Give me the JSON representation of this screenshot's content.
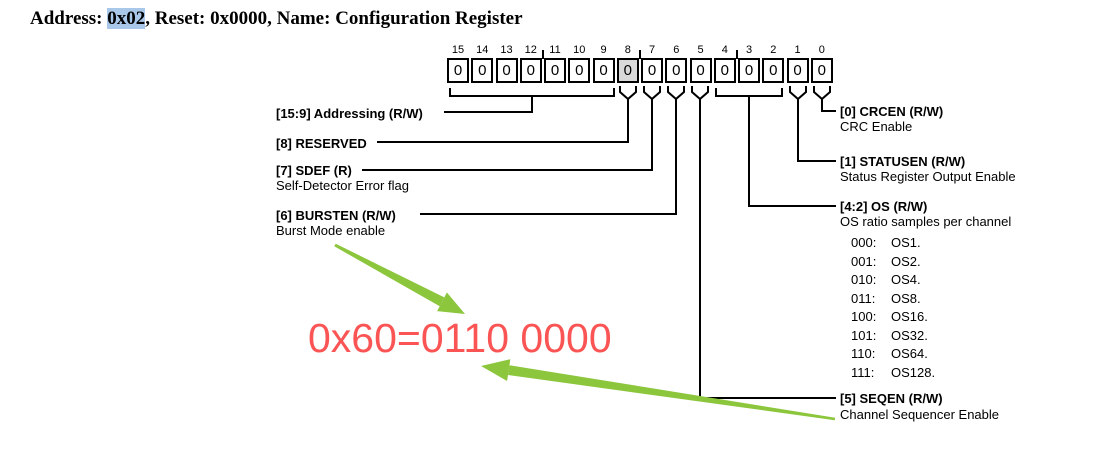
{
  "title": {
    "prefix": "Address: ",
    "address": "0x02",
    "suffix": ", Reset: 0x0000, Name: Configuration Register"
  },
  "register": {
    "name": "Configuration Register",
    "reset_value": "0x0000",
    "bits": [
      {
        "bit": "15",
        "value": "0",
        "reserved": false
      },
      {
        "bit": "14",
        "value": "0",
        "reserved": false
      },
      {
        "bit": "13",
        "value": "0",
        "reserved": false
      },
      {
        "bit": "12",
        "value": "0",
        "reserved": false
      },
      {
        "bit": "11",
        "value": "0",
        "reserved": false
      },
      {
        "bit": "10",
        "value": "0",
        "reserved": false
      },
      {
        "bit": "9",
        "value": "0",
        "reserved": false
      },
      {
        "bit": "8",
        "value": "0",
        "reserved": true
      },
      {
        "bit": "7",
        "value": "0",
        "reserved": false
      },
      {
        "bit": "6",
        "value": "0",
        "reserved": false
      },
      {
        "bit": "5",
        "value": "0",
        "reserved": false
      },
      {
        "bit": "4",
        "value": "0",
        "reserved": false
      },
      {
        "bit": "3",
        "value": "0",
        "reserved": false
      },
      {
        "bit": "2",
        "value": "0",
        "reserved": false
      },
      {
        "bit": "1",
        "value": "0",
        "reserved": false
      },
      {
        "bit": "0",
        "value": "0",
        "reserved": false
      }
    ]
  },
  "fields_left": [
    {
      "name": "[15:9] Addressing (R/W)",
      "desc": ""
    },
    {
      "name": "[8] RESERVED",
      "desc": ""
    },
    {
      "name": "[7] SDEF (R)",
      "desc": "Self-Detector Error flag"
    },
    {
      "name": "[6] BURSTEN (R/W)",
      "desc": "Burst Mode enable"
    }
  ],
  "fields_right": [
    {
      "name": "[0] CRCEN (R/W)",
      "desc": "CRC Enable"
    },
    {
      "name": "[1] STATUSEN (R/W)",
      "desc": "Status Register Output Enable"
    },
    {
      "name": "[4:2] OS (R/W)",
      "desc": "OS ratio samples per channel",
      "options": [
        {
          "code": "000:",
          "label": "OS1."
        },
        {
          "code": "001:",
          "label": "OS2."
        },
        {
          "code": "010:",
          "label": "OS4."
        },
        {
          "code": "011:",
          "label": "OS8."
        },
        {
          "code": "100:",
          "label": "OS16."
        },
        {
          "code": "101:",
          "label": "OS32."
        },
        {
          "code": "110:",
          "label": "OS64."
        },
        {
          "code": "111:",
          "label": "OS128."
        }
      ]
    },
    {
      "name": "[5] SEQEN (R/W)",
      "desc": "Channel Sequencer Enable"
    }
  ],
  "annotation": {
    "value_text": "0x60=0110 0000"
  },
  "colors": {
    "address_highlight": "#a9c8e9",
    "reserved_bit_bg": "#d9d9d9",
    "annotation_red": "#fa5454",
    "arrow_green": "#8cc63c"
  }
}
